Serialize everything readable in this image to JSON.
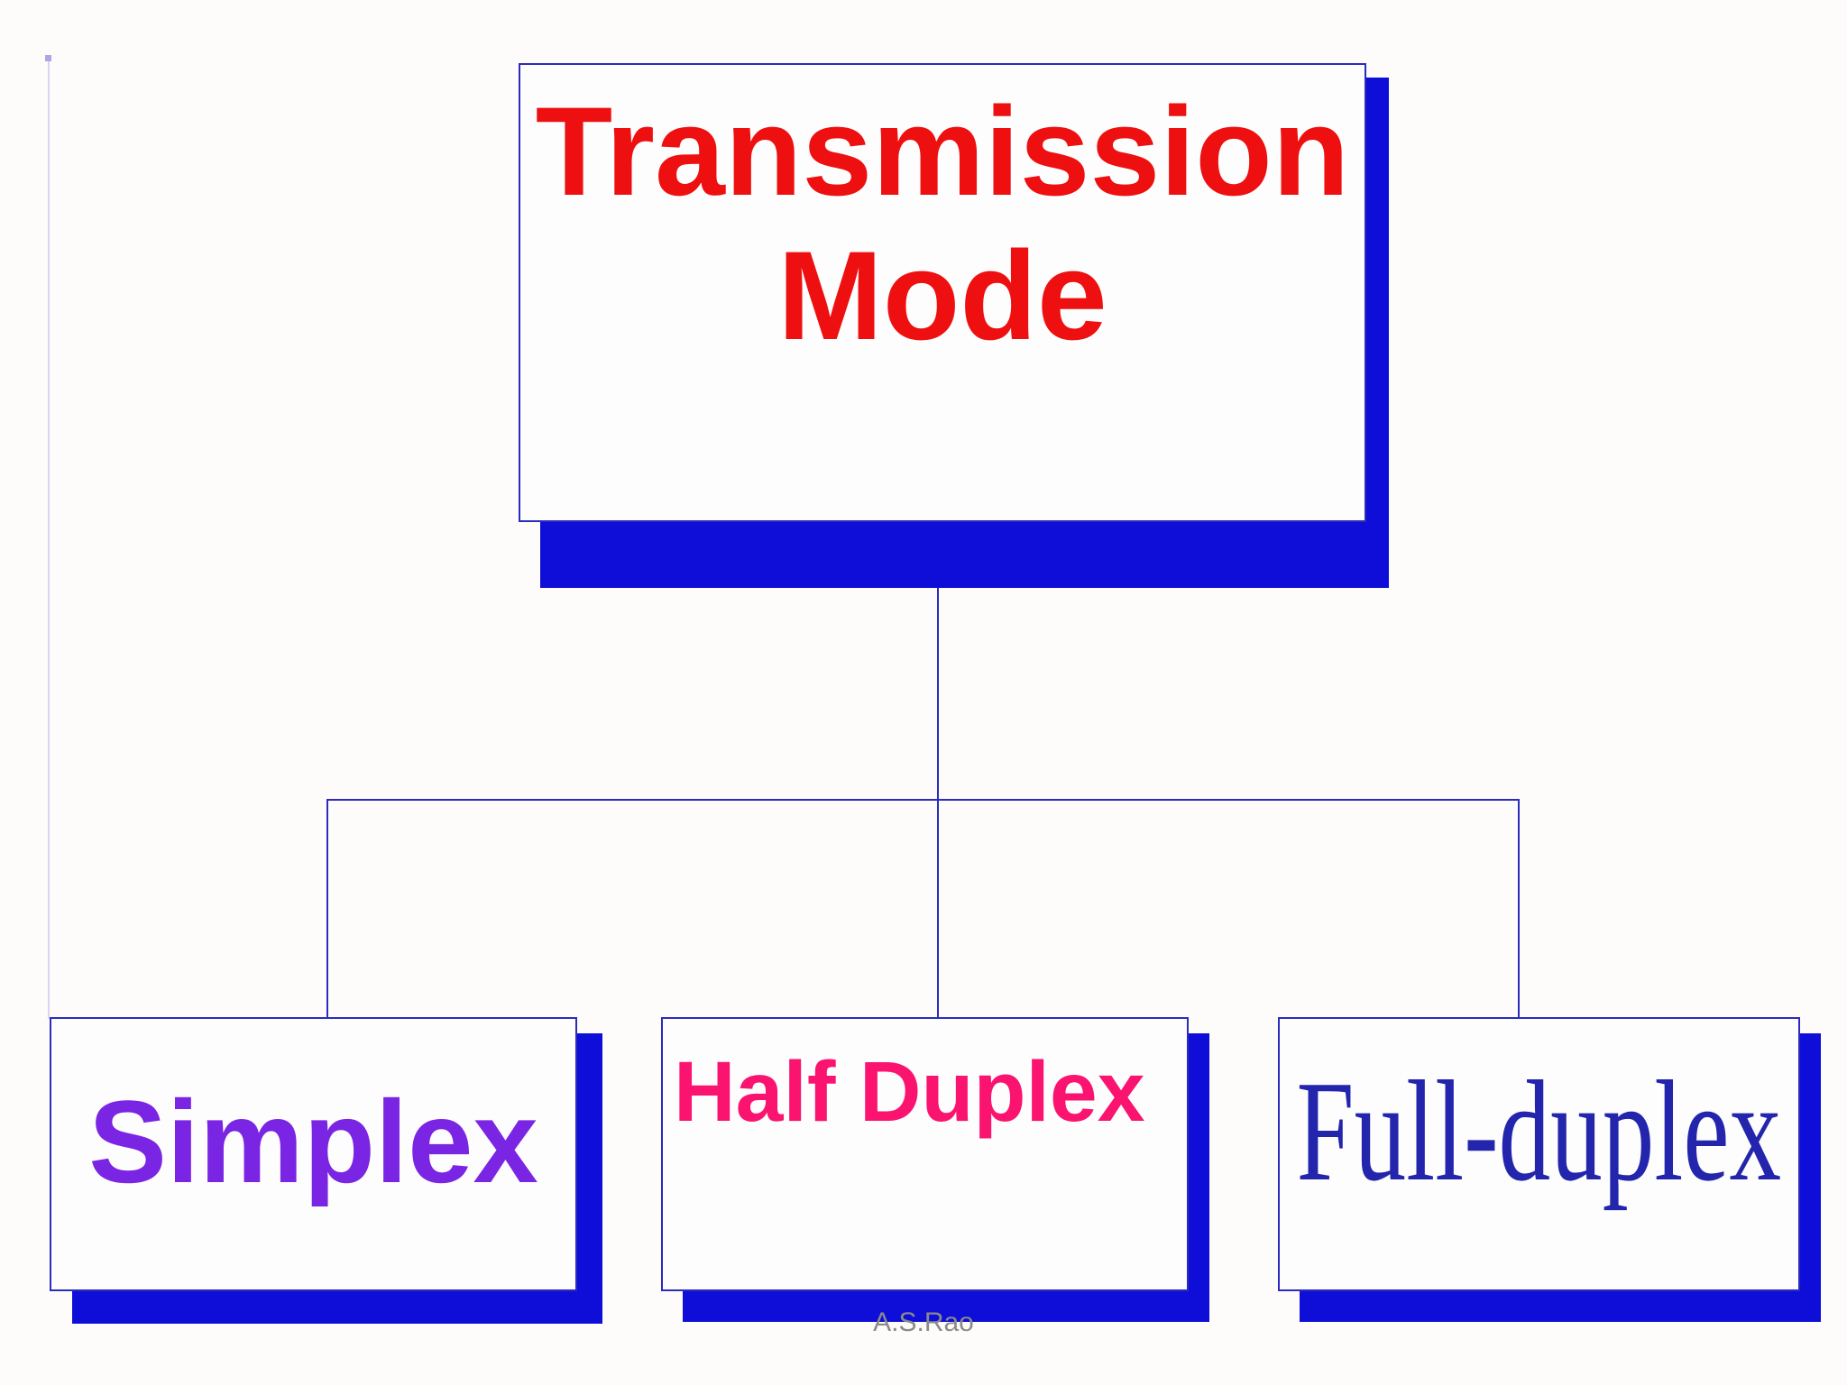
{
  "page": {
    "background": "#fdfcfa"
  },
  "diagram": {
    "root": {
      "label": "Transmission Mode",
      "text_color": "#ee1010"
    },
    "children": [
      {
        "label": "Simplex",
        "text_color": "#7a25e3"
      },
      {
        "label": "Half Duplex",
        "text_color": "#fa1470"
      },
      {
        "label": "Full-duplex",
        "text_color": "#2326ad"
      }
    ],
    "box": {
      "fill": "#fefdfd",
      "border_color": "#2b2bbd",
      "shadow_color": "#0e0ed8"
    },
    "connector_color": "#2b2bbd",
    "author": "A.S.Rao",
    "author_color": "#8a8a8a"
  }
}
